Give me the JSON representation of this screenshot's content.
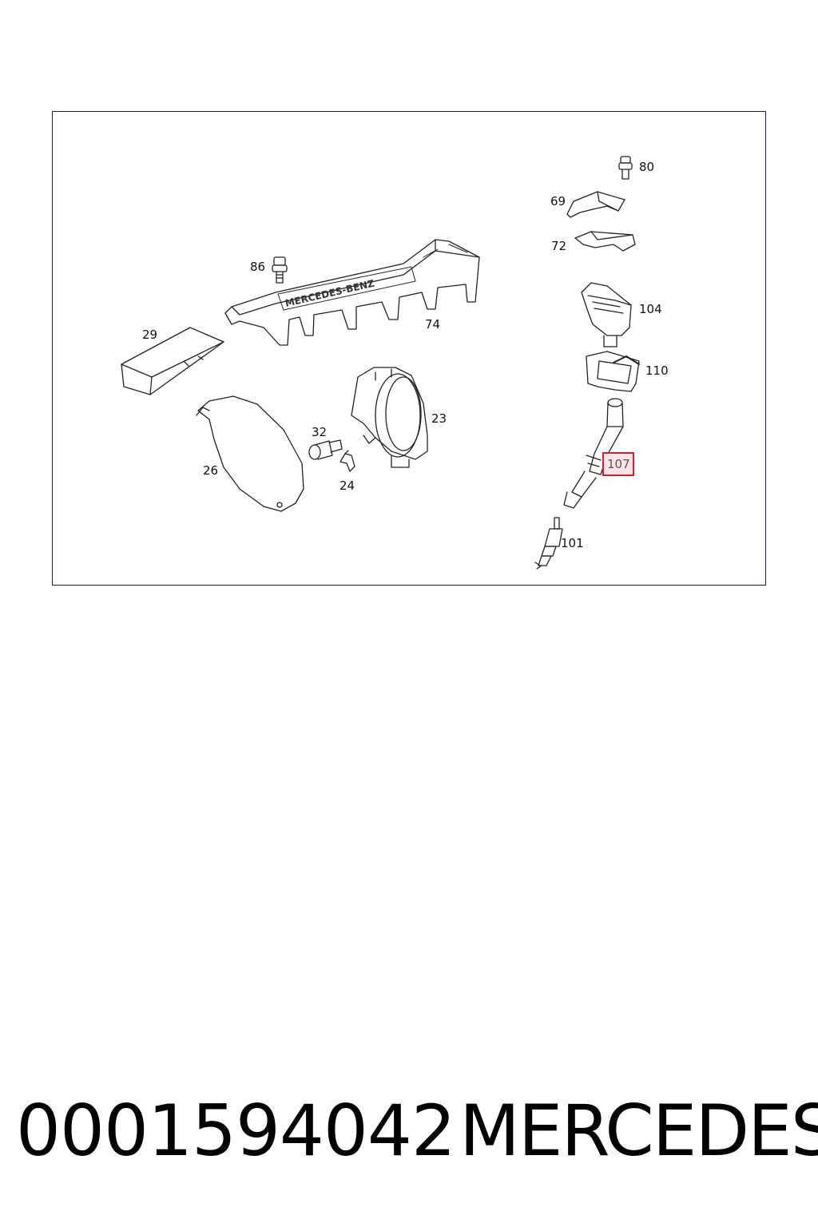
{
  "diagram": {
    "cover_lettering": "MERCEDES-BENZ",
    "callouts": {
      "c80": "80",
      "c69": "69",
      "c72": "72",
      "c86": "86",
      "c74": "74",
      "c104": "104",
      "c29": "29",
      "c110": "110",
      "c23": "23",
      "c32": "32",
      "c107": "107",
      "c26": "26",
      "c24": "24",
      "c101": "101"
    },
    "highlighted_part": "107"
  },
  "footer": {
    "part_number": "0001594042",
    "brand": "MERCEDES"
  }
}
